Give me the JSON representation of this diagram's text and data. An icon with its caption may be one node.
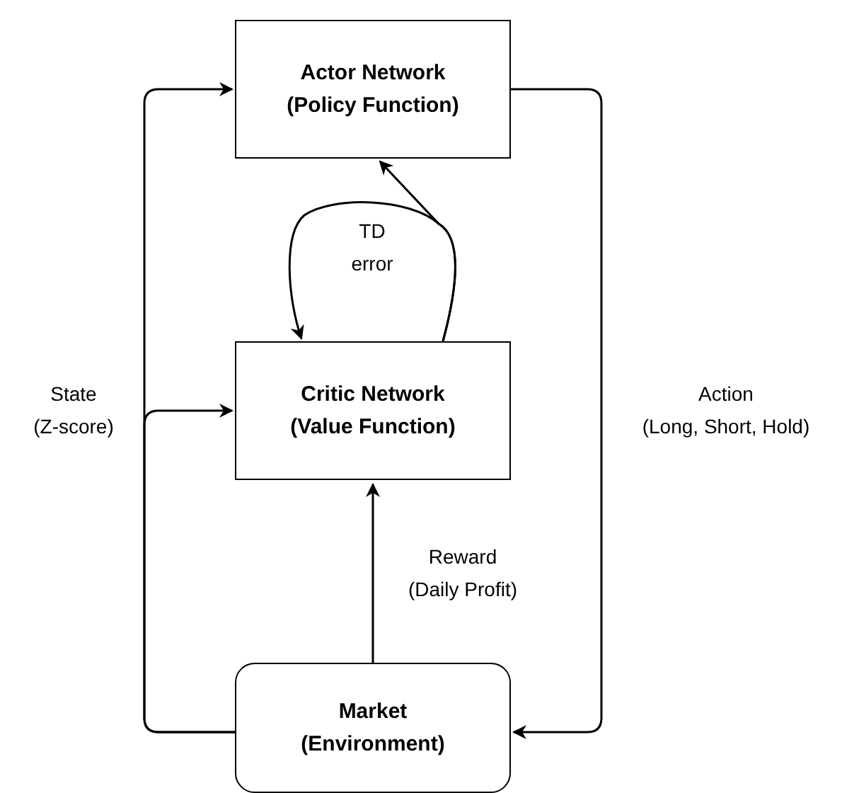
{
  "diagram": {
    "nodes": [
      {
        "text": [
          "Actor Network (Policy Function)"
        ]
      },
      {
        "text": [
          "Critic Network (Value Function)"
        ]
      },
      {
        "text": [
          "Market (Environment)"
        ]
      }
    ],
    "edges": [
      {
        "from": 2,
        "to": 0,
        "arrow": "to",
        "label": "State (Z-score)"
      },
      {
        "from": 2,
        "to": 1,
        "arrow": "to"
      },
      {
        "from": 0,
        "to": 2,
        "arrow": "to",
        "label": "Action (Long, Short, Hold)"
      },
      {
        "from": 2,
        "to": 1,
        "arrow": "to",
        "label": "Reward (Daily Profit)"
      },
      {
        "from": 1,
        "to": 1,
        "arrow": "to",
        "label": "TD error"
      },
      {
        "from": 1,
        "to": 0,
        "arrow": "to"
      }
    ]
  }
}
